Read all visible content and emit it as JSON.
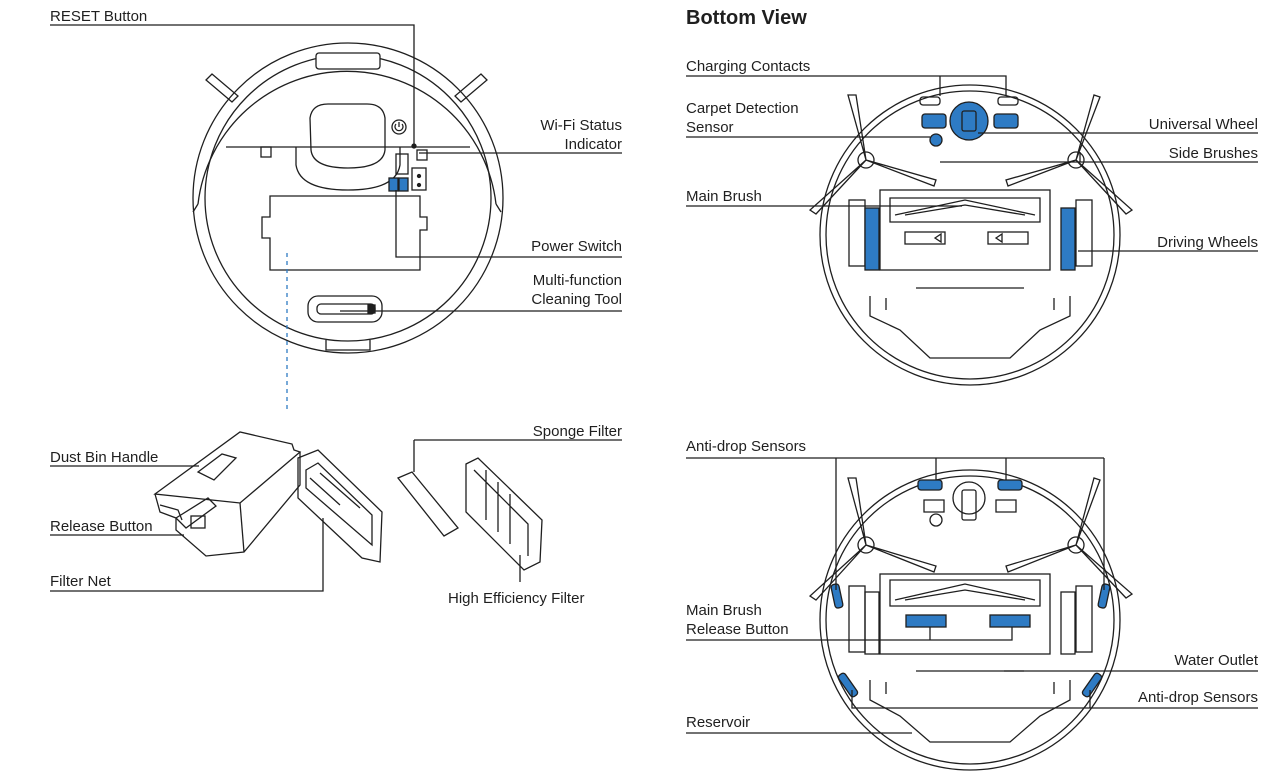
{
  "bottom_view_title": "Bottom View",
  "labels": {
    "reset_button": "RESET Button",
    "wifi_status_line1": "Wi-Fi Status",
    "wifi_status_line2": "Indicator",
    "power_switch": "Power Switch",
    "multi_function_line1": "Multi-function",
    "multi_function_line2": "Cleaning Tool",
    "dust_bin_handle": "Dust Bin Handle",
    "release_button": "Release Button",
    "filter_net": "Filter Net",
    "sponge_filter": "Sponge Filter",
    "high_efficiency_filter": "High Efficiency Filter",
    "charging_contacts": "Charging Contacts",
    "carpet_detection_line1": "Carpet Detection",
    "carpet_detection_line2": "Sensor",
    "universal_wheel": "Universal Wheel",
    "side_brushes": "Side Brushes",
    "main_brush": "Main Brush",
    "driving_wheels": "Driving Wheels",
    "anti_drop_sensors_top": "Anti-drop Sensors",
    "main_brush_release_line1": "Main Brush",
    "main_brush_release_line2": "Release Button",
    "water_outlet": "Water Outlet",
    "anti_drop_sensors_bottom": "Anti-drop Sensors",
    "reservoir": "Reservoir"
  },
  "colors": {
    "accent": "#2e7bc4",
    "line": "#1f1f1f"
  }
}
